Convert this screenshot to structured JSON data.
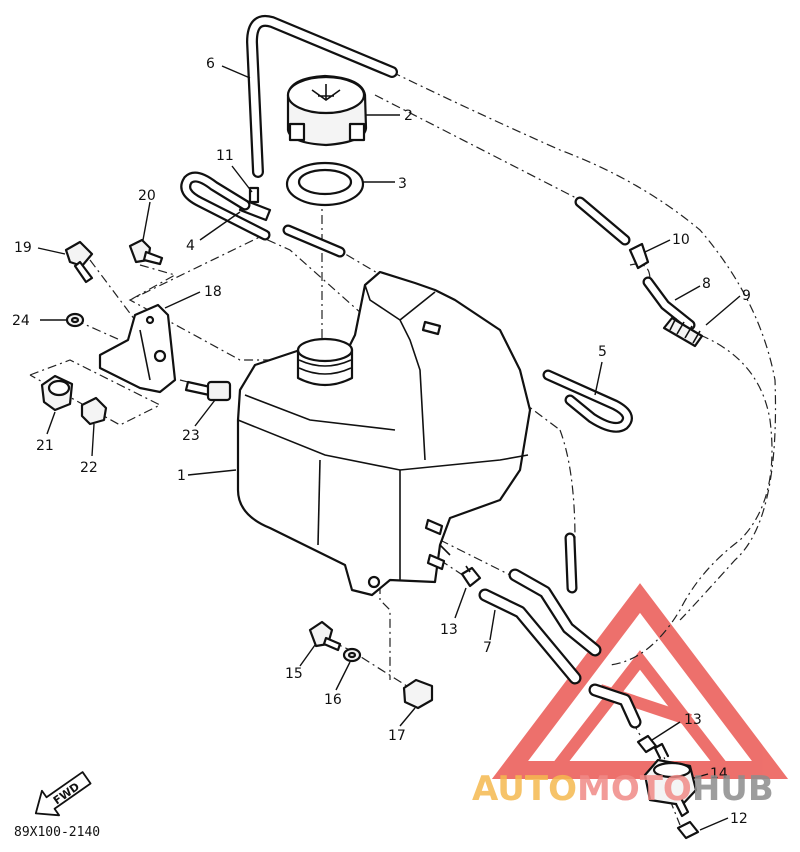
{
  "diagram": {
    "drawing_code": "89X100-2140",
    "fwd_label": "FWD",
    "callouts": [
      "1",
      "2",
      "3",
      "4",
      "5",
      "6",
      "7",
      "8",
      "9",
      "10",
      "11",
      "12",
      "13",
      "13",
      "14",
      "15",
      "16",
      "17",
      "18",
      "19",
      "20",
      "21",
      "22",
      "23",
      "24"
    ]
  },
  "watermark": {
    "part_a": "AUTO",
    "part_b": "MOTO",
    "part_c": "HUB",
    "colors": {
      "auto": "#f5b94f",
      "moto": "#f08a86",
      "hub": "#8c8c8c",
      "triangle": "#e8413b"
    }
  }
}
